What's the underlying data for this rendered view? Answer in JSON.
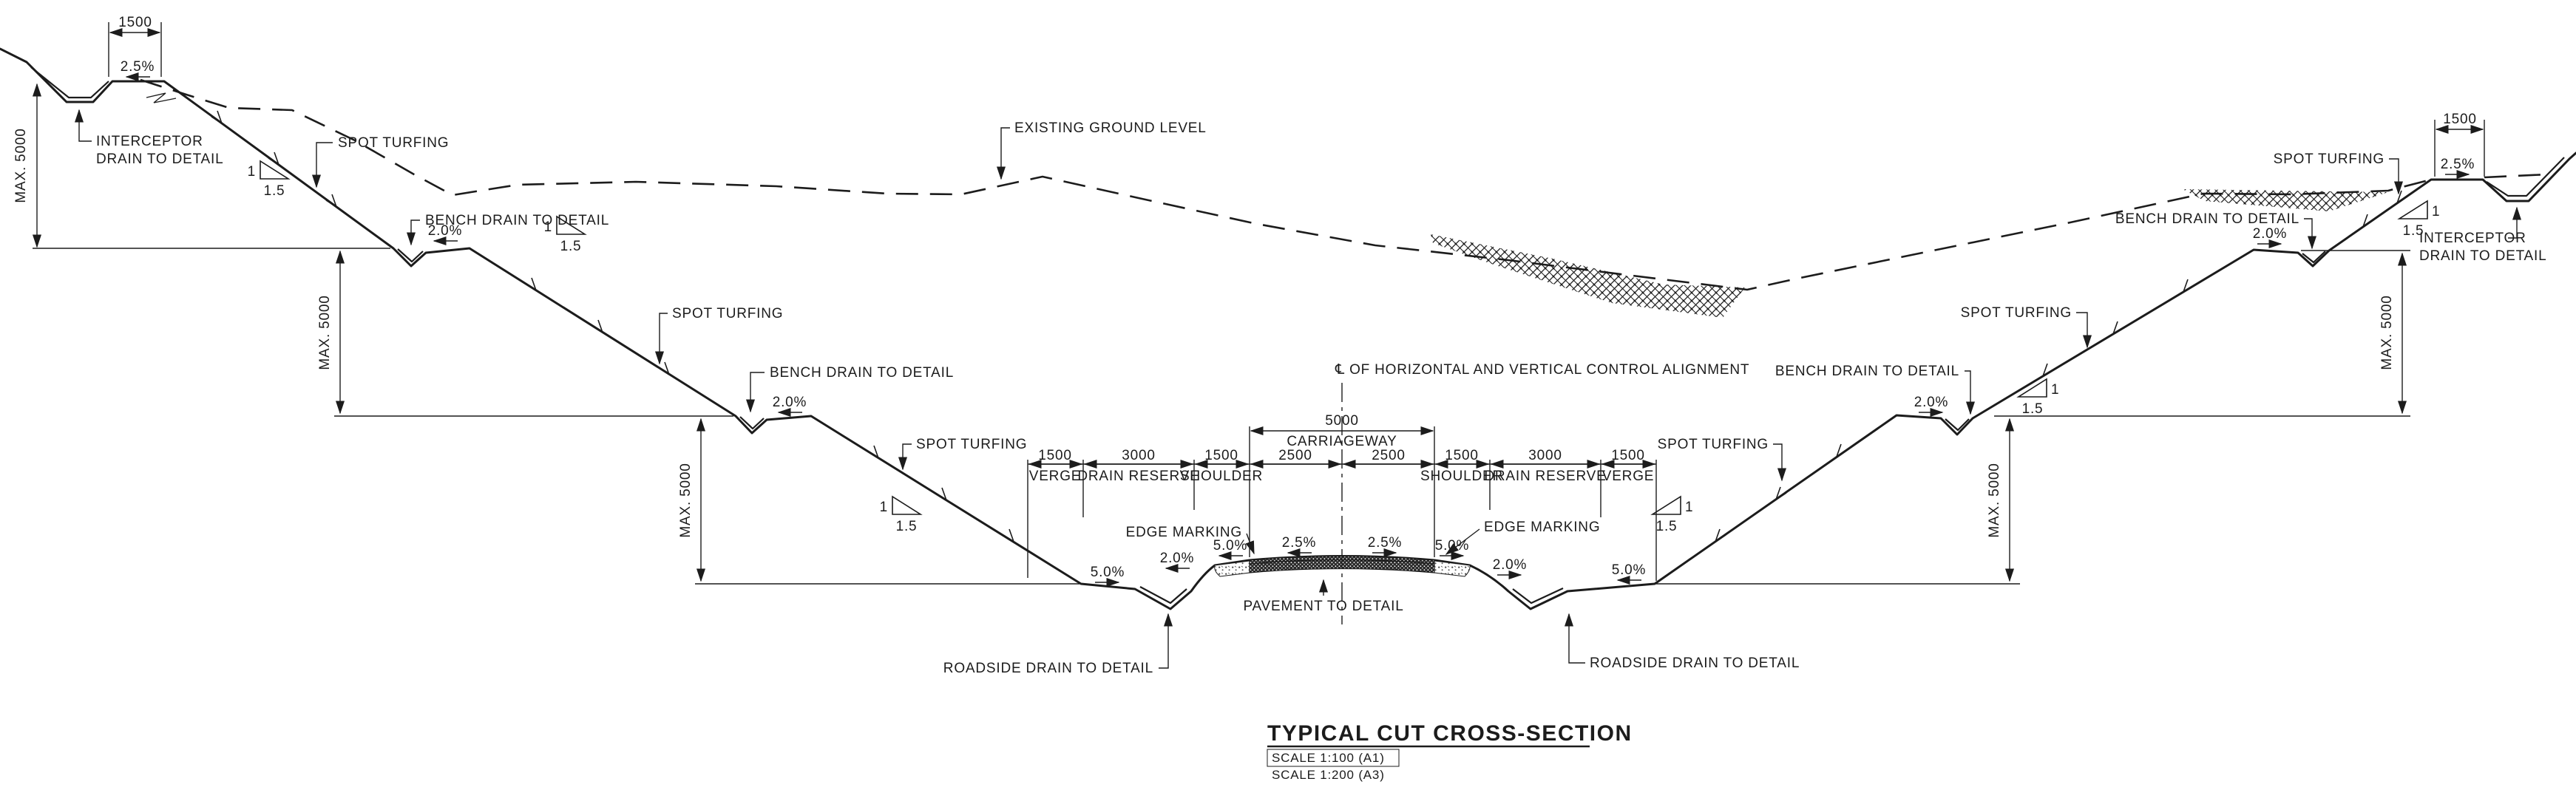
{
  "drawing_title": {
    "text": "TYPICAL CUT CROSS-SECTION",
    "scale_a1": "SCALE 1:100 (A1)",
    "scale_a3": "SCALE 1:200 (A3)"
  },
  "labels": {
    "spot_turfing": "SPOT TURFING",
    "bench_drain": "BENCH DRAIN TO DETAIL",
    "interceptor_line1": "INTERCEPTOR",
    "interceptor_line2": "DRAIN TO DETAIL",
    "roadside_drain": "ROADSIDE DRAIN TO DETAIL",
    "pavement": "PAVEMENT TO DETAIL",
    "edge_marking": "EDGE MARKING",
    "existing_ground": "EXISTING GROUND LEVEL",
    "max_height": "MAX. 5000",
    "centerline": "℄ OF HORIZONTAL AND VERTICAL CONTROL ALIGNMENT"
  },
  "dimensions": {
    "verge_width": "1500",
    "drain_reserve_width": "3000",
    "shoulder_width": "1500",
    "lane_width": "2500",
    "carriageway_width": "5000",
    "berm_width": "1500",
    "verge": "VERGE",
    "drain_reserve": "DRAIN RESERVE",
    "shoulder": "SHOULDER",
    "carriageway": "CARRIAGEWAY"
  },
  "slopes": {
    "crossfall_25": "2.5%",
    "crossfall_20": "2.0%",
    "crossfall_50": "5.0%",
    "ratio_v": "1",
    "ratio_h": "1.5"
  },
  "colors": {
    "ink": "#1c1c1c",
    "paper": "#ffffff"
  }
}
